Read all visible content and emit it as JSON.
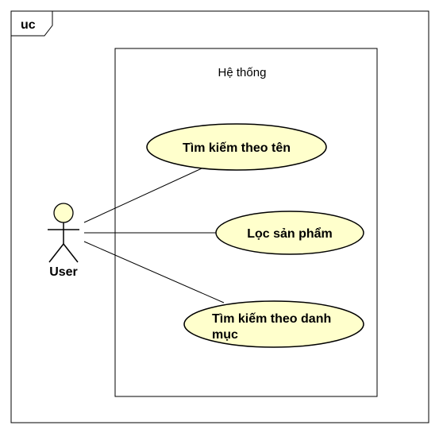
{
  "frame": {
    "label": "uc"
  },
  "system": {
    "label": "Hệ thống"
  },
  "actor": {
    "name": "User"
  },
  "use_cases": [
    {
      "id": "search-by-name",
      "lines": [
        "Tìm kiếm theo tên"
      ]
    },
    {
      "id": "filter-products",
      "lines": [
        "Lọc sản phẩm"
      ]
    },
    {
      "id": "search-by-category",
      "lines": [
        "Tìm kiếm theo danh",
        "mục"
      ]
    }
  ],
  "colors": {
    "use_case_fill": "#ffffcc",
    "actor_head_fill": "#ffffcc",
    "stroke": "#000000",
    "background": "#ffffff"
  }
}
